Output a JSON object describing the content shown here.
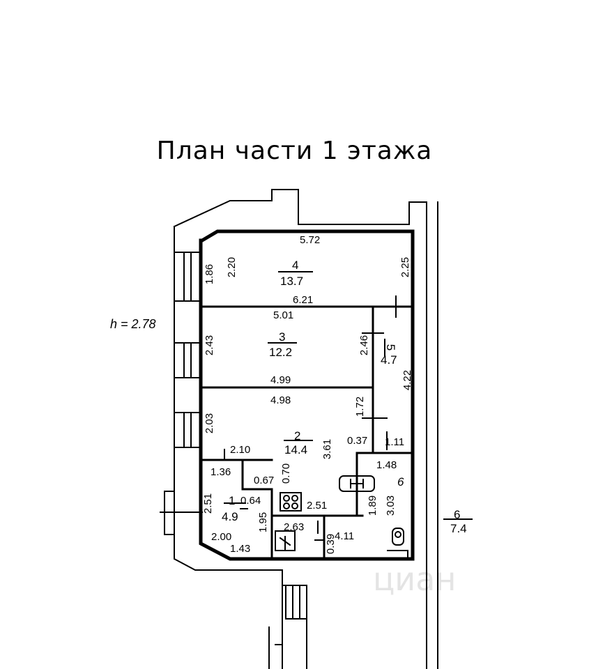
{
  "title": "План части 1 этажа",
  "ceiling_height": "h = 2.78",
  "watermark": "циан",
  "rooms": [
    {
      "number": "4",
      "area": "13.7"
    },
    {
      "number": "3",
      "area": "12.2"
    },
    {
      "number": "5",
      "area": "4.7"
    },
    {
      "number": "2",
      "area": "14.4"
    },
    {
      "number": "1",
      "area": "4.9"
    },
    {
      "number": "6",
      "area": ""
    },
    {
      "number": "6",
      "area": "7.4"
    }
  ],
  "dimensions": {
    "d572": "5.72",
    "d186": "1.86",
    "d220": "2.20",
    "d225": "2.25",
    "d621": "6.21",
    "d501": "5.01",
    "d243": "2.43",
    "d246": "2.46",
    "d422": "4.22",
    "d499": "4.99",
    "d498": "4.98",
    "d203": "2.03",
    "d172": "1.72",
    "d037": "0.37",
    "d111": "1.11",
    "d210": "2.10",
    "d361": "3.61",
    "d148": "1.48",
    "d136": "1.36",
    "d067": "0.67",
    "d070": "0.70",
    "d064": "0.64",
    "d251a": "2.51",
    "d251b": "2.51",
    "d189": "1.89",
    "d303": "3.03",
    "d195": "1.95",
    "d263": "2.63",
    "d200": "2.00",
    "d039": "0.39",
    "d411": "4.11",
    "d143": "1.43"
  }
}
